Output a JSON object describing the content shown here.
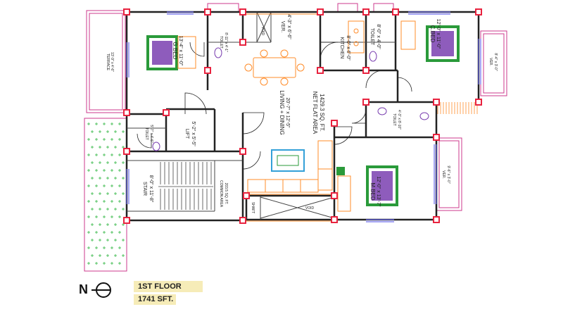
{
  "rooms": {
    "terrace": {
      "name": "TERRACE",
      "size": "13'-9\" x 4'-6\""
    },
    "g_bed": {
      "name": "G.BED",
      "size": "13'-4\" x 11'-0\""
    },
    "toilet_1": {
      "name": "TOILET",
      "size": "8'-11\" x 4'-1\""
    },
    "void_1": {
      "name": "VOID"
    },
    "verandah_1": {
      "name": "VER.",
      "size": "4'-3\" x 6'-6\""
    },
    "kitchen": {
      "name": "KITCHEN",
      "size": "8'-0\" x 6'-0\""
    },
    "toilet_2": {
      "name": "TOILET",
      "size": "8'-0\" x 4'-0\""
    },
    "c_bed": {
      "name": "C.BED",
      "size": "12'-0\" x 11'-0\""
    },
    "verandah_2": {
      "name": "VER.",
      "size": "8'-4\" x 3'-0\""
    },
    "living_dining": {
      "name": "LIVING + DINING",
      "size": "20'-7\" x 12'-5\""
    },
    "net_flat_area": {
      "name": "NET FLAT AREA",
      "size": "1429.3 SQ. FT."
    },
    "toilet_3": {
      "name": "TOILET",
      "size": "5'-7\" x 4'-6\""
    },
    "lift": {
      "name": "LIFT",
      "size": "5'-2\" x 5'-5\""
    },
    "toilet_4": {
      "name": "TOILET",
      "size": "4'-3\" x 8'-10\""
    },
    "verandah_3": {
      "name": "VER.",
      "size": "9'-6\" x 3'-0\""
    },
    "stair": {
      "name": "STAIR",
      "size": "8'-0\" x 11'-8\""
    },
    "common_area": {
      "name": "COMMON AREA",
      "size": "203.5 SQ. FT."
    },
    "shaft": {
      "name": "SHAFT"
    },
    "void_2": {
      "name": "VOID"
    },
    "m_bed": {
      "name": "M.BED",
      "size": "12'-0\" x 13'-7\""
    }
  },
  "legend": {
    "north": "N",
    "title": "1ST FLOOR PLAN",
    "area": "1741 SFT."
  },
  "colors": {
    "wall": "#222222",
    "column": "#e8233f",
    "balcony": "#cc3a8c",
    "window": "#6d6df0",
    "furniture": "#ff8c2a",
    "bed_frame": "#2a9a3a",
    "bed_sheet": "#7a3fb0",
    "lawn": "#33b845",
    "door": "#222222",
    "title_bg": "#f6ecb8"
  }
}
